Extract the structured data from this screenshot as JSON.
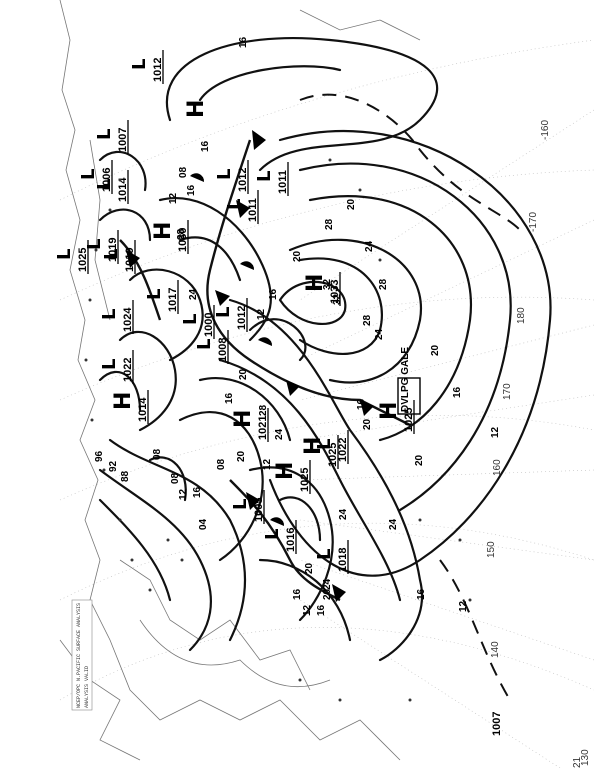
{
  "map": {
    "title_lines": [
      "NCEP/OPC N.PACIFIC SURFACE ANALYSIS",
      "ANALYSIS VALID"
    ],
    "bottom_left_label": "1007",
    "bottom_left_small": [
      "21",
      "130"
    ]
  },
  "pressure_systems": [
    {
      "type": "H",
      "value": "1030"
    },
    {
      "type": "H",
      "value": "1033"
    },
    {
      "type": "H",
      "value": "1021"
    },
    {
      "type": "H",
      "value": "1025"
    },
    {
      "type": "H",
      "value": "1025"
    },
    {
      "type": "H",
      "value": "1025"
    },
    {
      "type": "H",
      "value": "1014"
    },
    {
      "type": "H",
      "value": ""
    },
    {
      "type": "L",
      "value": "1012"
    },
    {
      "type": "L",
      "value": "1011"
    },
    {
      "type": "L",
      "value": "1011"
    },
    {
      "type": "L",
      "value": "1012"
    },
    {
      "type": "L",
      "value": "1017"
    },
    {
      "type": "L",
      "value": "1000"
    },
    {
      "type": "L",
      "value": "1008"
    },
    {
      "type": "L",
      "value": "1005"
    },
    {
      "type": "L",
      "value": "1016"
    },
    {
      "type": "L",
      "value": "1018"
    },
    {
      "type": "L",
      "value": "1022"
    },
    {
      "type": "L",
      "value": "1024"
    },
    {
      "type": "L",
      "value": "1022"
    },
    {
      "type": "L",
      "value": "1019"
    },
    {
      "type": "L",
      "value": "1019"
    },
    {
      "type": "L",
      "value": "1014"
    },
    {
      "type": "L",
      "value": "1006"
    },
    {
      "type": "L",
      "value": "1007"
    },
    {
      "type": "L",
      "value": "1012"
    },
    {
      "type": "L",
      "value": "1025"
    }
  ],
  "isobar_labels": [
    "16",
    "16",
    "20",
    "24",
    "28",
    "32",
    "32",
    "28",
    "24",
    "20",
    "16",
    "12",
    "12",
    "16",
    "20",
    "24",
    "28",
    "20",
    "16",
    "12",
    "08",
    "04",
    "96",
    "92",
    "88",
    "08",
    "12",
    "16",
    "20",
    "24",
    "28",
    "24",
    "20",
    "16",
    "12",
    "16",
    "20",
    "24",
    "20",
    "16",
    "12",
    "08",
    "16",
    "20",
    "24",
    "28",
    "16",
    "12",
    "08"
  ],
  "longitude_labels": [
    "-160",
    "-170",
    "180",
    "170",
    "160",
    "150",
    "140"
  ],
  "fog_box": "DVLPG GALE",
  "colors": {
    "ink": "#000000",
    "grid": "#bdbdbd",
    "coast": "#777777"
  }
}
